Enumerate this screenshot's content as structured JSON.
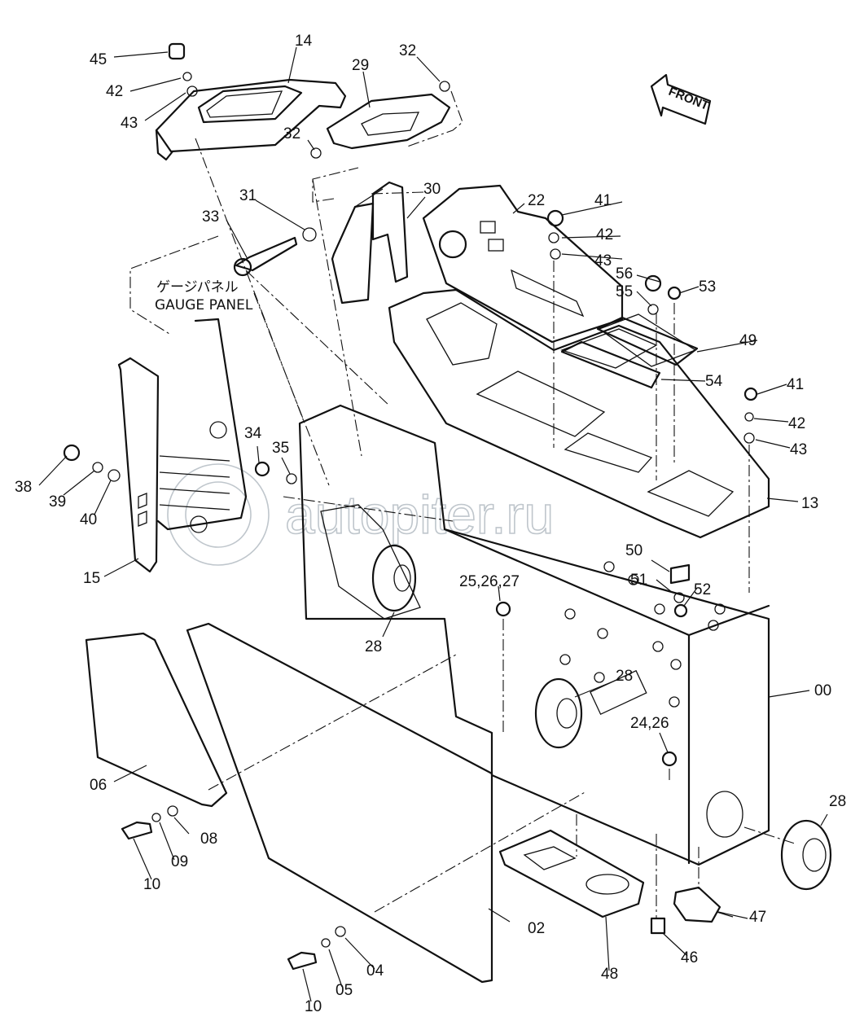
{
  "orientation_label": "FRONT",
  "gauge_panel": {
    "jp": "ゲージパネル",
    "en": "GAUGE PANEL"
  },
  "watermark": "autopiter.ru",
  "labels": {
    "p45": "45",
    "p42a": "42",
    "p43a": "43",
    "p14": "14",
    "p29": "29",
    "p32a": "32",
    "p32b": "32",
    "p31": "31",
    "p33": "33",
    "p30": "30",
    "p22": "22",
    "p41a": "41",
    "p42b": "42",
    "p43b": "43",
    "p56": "56",
    "p55": "55",
    "p53": "53",
    "p49": "49",
    "p54": "54",
    "p41b": "41",
    "p42c": "42",
    "p43c": "43",
    "p13": "13",
    "p34": "34",
    "p35": "35",
    "p38": "38",
    "p39": "39",
    "p40": "40",
    "p15": "15",
    "p50": "50",
    "p51": "51",
    "p52": "52",
    "p25": "25,26,27",
    "p28a": "28",
    "p28b": "28",
    "p00": "00",
    "p24": "24,26",
    "p28c": "28",
    "p06": "06",
    "p08": "08",
    "p09": "09",
    "p10a": "10",
    "p02": "02",
    "p04": "04",
    "p05": "05",
    "p10b": "10",
    "p48": "48",
    "p46": "46",
    "p47": "47"
  }
}
